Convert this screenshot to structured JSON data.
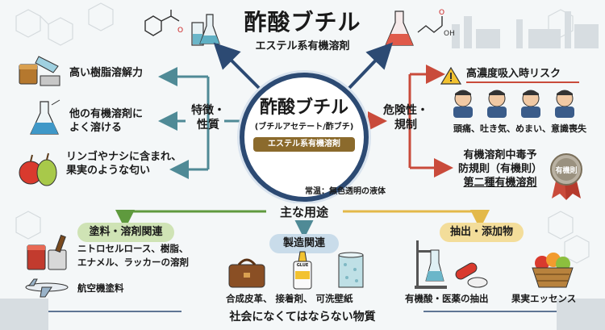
{
  "header": {
    "title": "酢酸ブチル",
    "subtitle": "エステル系有機溶剤"
  },
  "hub": {
    "title": "酢酸ブチル",
    "alias": "(ブチルアセテート/酢ブチ)",
    "badge": "エステル系有機溶剤",
    "note": "常温：無色透明の液体"
  },
  "features": {
    "label": "特徴・\n性質",
    "label_line1": "特徴・",
    "label_line2": "性質",
    "items": [
      {
        "text": "高い樹脂溶解力",
        "icon": "paint-can-icon"
      },
      {
        "line1": "他の有機溶剤に",
        "line2": "よく溶ける",
        "icon": "flask-icon"
      },
      {
        "line1": "リンゴやナシに含まれ、",
        "line2": "果実のような匂い",
        "icon": "fruit-icon"
      }
    ]
  },
  "risk": {
    "label_line1": "危険性・",
    "label_line2": "規制",
    "inhalation_title": "高濃度吸入時リスク",
    "symptoms": "頭痛、吐き気、めまい、意識喪失",
    "reg_line1": "有機溶剤中毒予",
    "reg_line2": "防規則（有機則）",
    "reg_line3": "第二種有機溶剤",
    "seal": "有機則"
  },
  "uses": {
    "title": "主な用途",
    "paint": {
      "label": "塗料・溶剤関連",
      "line1": "ニトロセルロース、樹脂、",
      "line2": "エナメル、ラッカーの溶剤",
      "aircraft": "航空機塗料"
    },
    "manufacturing": {
      "label": "製造関連",
      "products": "合成皮革、 接着剤、 可洗壁紙",
      "glue_tag": "GLUE"
    },
    "extraction": {
      "label": "抽出・添加物",
      "medicine": "有機酸・医薬の抽出",
      "essence": "果実エッセンス"
    }
  },
  "footer": "社会になくてはならない物質",
  "colors": {
    "navy": "#2c4a73",
    "teal": "#4f8a96",
    "red": "#c94b3b",
    "green": "#5f9a3e",
    "yellow": "#e3b94a",
    "brown": "#8b6a2c"
  }
}
